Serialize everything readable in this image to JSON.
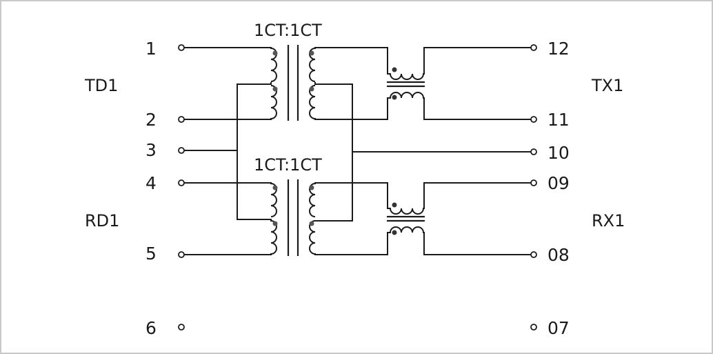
{
  "ratios": {
    "top": "1CT:1CT",
    "bottom": "1CT:1CT"
  },
  "groups": {
    "td": "TD1",
    "rd": "RD1",
    "tx": "TX1",
    "rx": "RX1"
  },
  "pins_left": {
    "p1": "1",
    "p2": "2",
    "p3": "3",
    "p4": "4",
    "p5": "5",
    "p6": "6"
  },
  "pins_right": {
    "p12": "12",
    "p11": "11",
    "p10": "10",
    "p09": "09",
    "p08": "08",
    "p07": "07"
  },
  "colors": {
    "line": "#1a1a1a",
    "border": "#c8c8c8",
    "dot": "#555555"
  }
}
